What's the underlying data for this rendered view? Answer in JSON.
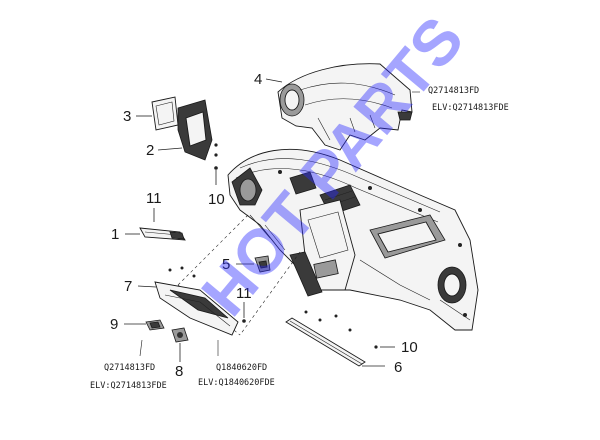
{
  "callouts": {
    "p1": "1",
    "p2": "2",
    "p3": "3",
    "p4": "4",
    "p5": "5",
    "p6": "6",
    "p7": "7",
    "p8": "8",
    "p9": "9",
    "p10a": "10",
    "p10b": "10",
    "p11a": "11",
    "p11b": "11"
  },
  "codes": {
    "top_right_1": "Q2714813FD",
    "top_right_2": "ELV:Q2714813FDE",
    "bottom_left_1": "Q2714813FD",
    "bottom_left_2": "ELV:Q2714813FDE",
    "bottom_mid_1": "Q1840620FD",
    "bottom_mid_2": "ELV:Q1840620FDE"
  },
  "watermark": "HOT PARTS",
  "colors": {
    "watermark": "#2828ff",
    "lines": "#222222"
  }
}
